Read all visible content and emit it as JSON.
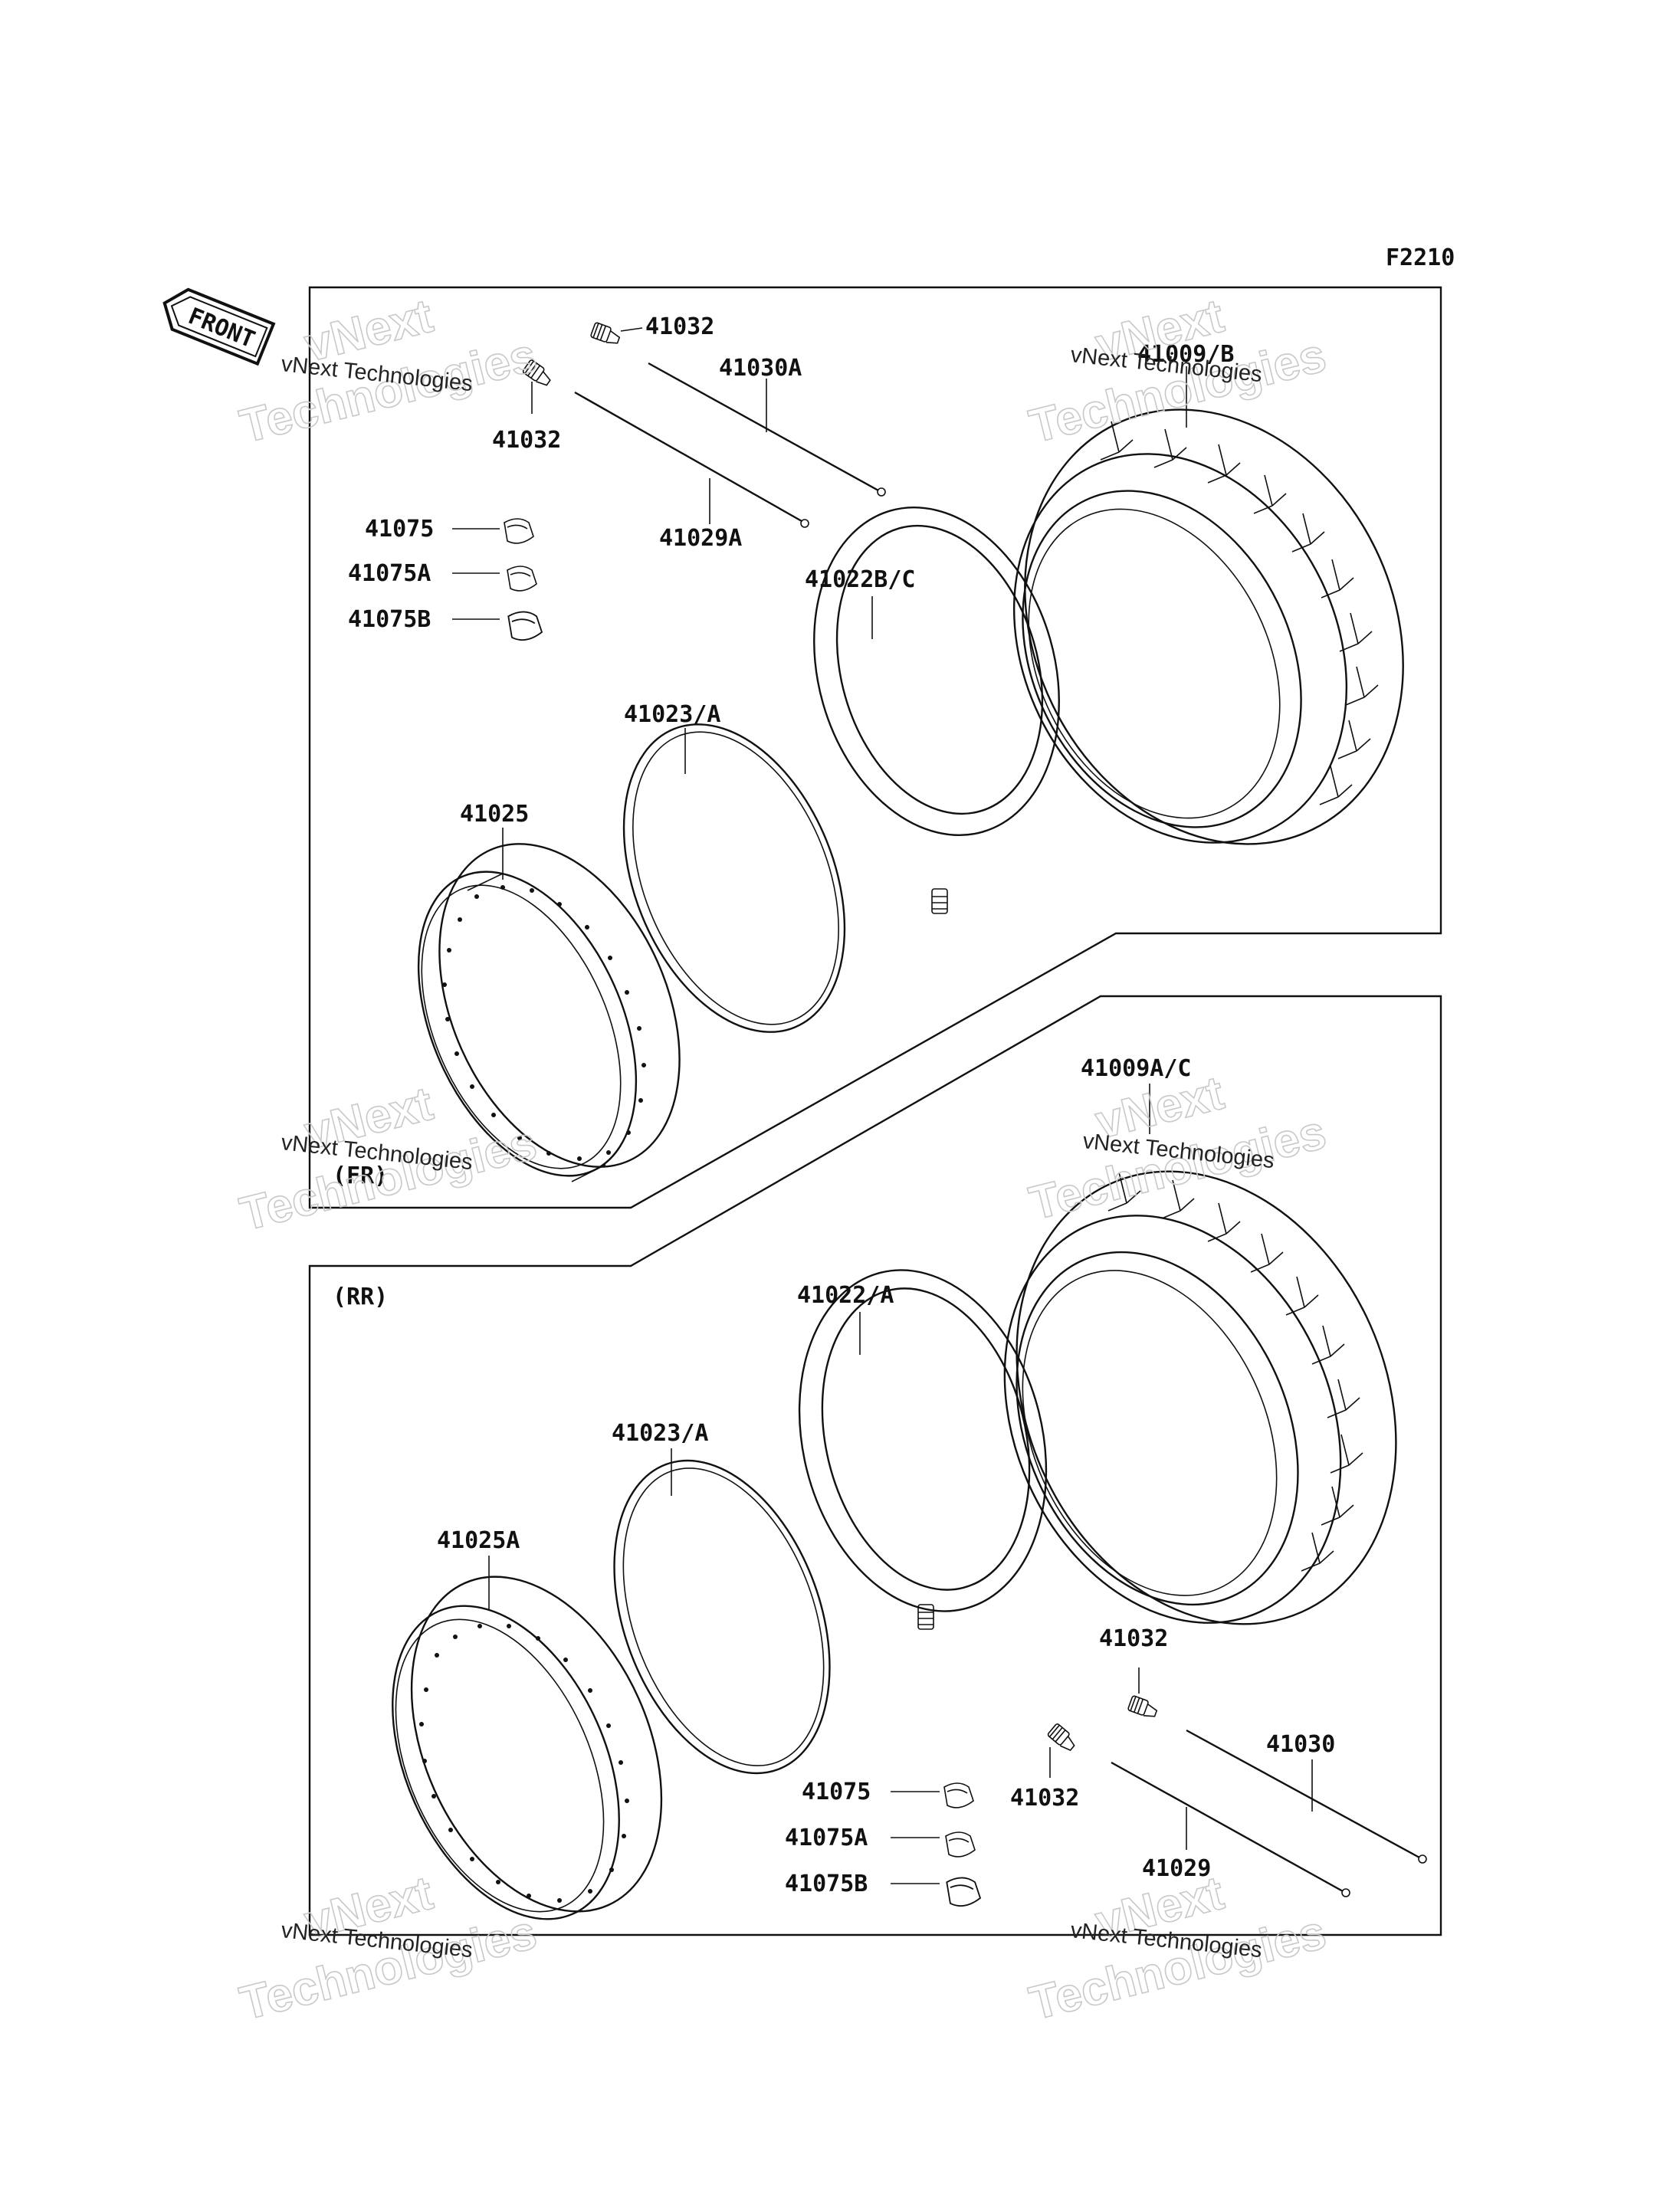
{
  "figure_id": "F2210",
  "front_badge": "FRONT",
  "section_labels": {
    "front": "(FR)",
    "rear": "(RR)"
  },
  "watermark": {
    "line1": "vNext Technologies",
    "big1": "vNext",
    "big2": "Technologies"
  },
  "front_parts": {
    "valve_top": "41032",
    "valve_left": "41032",
    "spoke_a": "41030A",
    "spoke_b": "41029A",
    "weight": "41075",
    "weight_a": "41075A",
    "weight_b": "41075B",
    "tire": "41009/B",
    "tube": "41022B/C",
    "band": "41023/A",
    "rim": "41025"
  },
  "rear_parts": {
    "tire": "41009A/C",
    "tube": "41022/A",
    "band": "41023/A",
    "rim": "41025A",
    "valve_top": "41032",
    "valve_bottom": "41032",
    "spoke_a": "41030",
    "spoke_b": "41029",
    "weight": "41075",
    "weight_a": "41075A",
    "weight_b": "41075B"
  }
}
